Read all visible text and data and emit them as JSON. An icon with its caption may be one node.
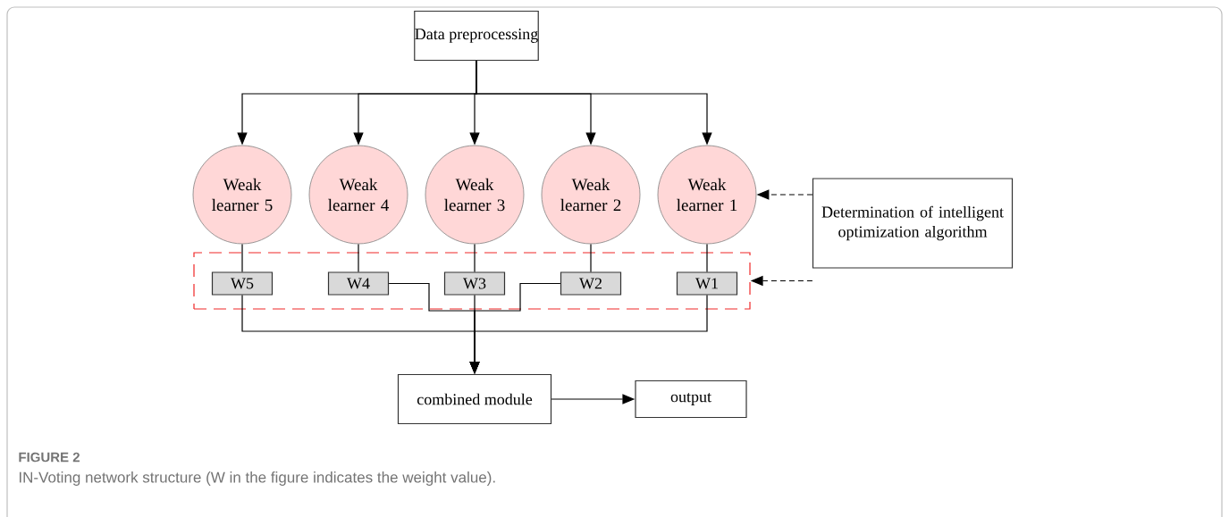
{
  "diagram": {
    "caption": "IN-Voting network structure (W in the figure indicates the weight value).",
    "nodes": [
      {
        "text": [
          "Data preprocessing"
        ]
      },
      {
        "text": [
          "Weak learner 5"
        ]
      },
      {
        "text": [
          "Weak learner 4"
        ]
      },
      {
        "text": [
          "Weak learner 3"
        ]
      },
      {
        "text": [
          "Weak learner 2"
        ]
      },
      {
        "text": [
          "Weak learner 1"
        ]
      },
      {
        "text": [],
        "shape": "box"
      },
      {
        "text": [
          "W5"
        ],
        "in": 6
      },
      {
        "text": [
          "W4"
        ],
        "in": 6
      },
      {
        "text": [
          "W3"
        ],
        "in": 6
      },
      {
        "text": [
          "W2"
        ],
        "in": 6
      },
      {
        "text": [
          "W1"
        ],
        "in": 6
      },
      {
        "text": [
          "Determination of intelligent optimization algorithm"
        ]
      },
      {
        "text": [
          "combined module"
        ]
      },
      {
        "text": [
          "output"
        ]
      }
    ],
    "edges": [
      {
        "from": 0,
        "to": 1,
        "arrow": "to"
      },
      {
        "from": 0,
        "to": 2,
        "arrow": "to"
      },
      {
        "from": 0,
        "to": 3,
        "arrow": "to"
      },
      {
        "from": 0,
        "to": 4,
        "arrow": "to"
      },
      {
        "from": 0,
        "to": 5,
        "arrow": "to"
      },
      {
        "from": 12,
        "to": 5,
        "arrow": "to",
        "style": "dashed"
      },
      {
        "from": 12,
        "to": 6,
        "arrow": "to",
        "style": "dashed"
      },
      {
        "from": 1,
        "to": 7,
        "arrow": "none"
      },
      {
        "from": 2,
        "to": 8,
        "arrow": "none"
      },
      {
        "from": 3,
        "to": 9,
        "arrow": "none"
      },
      {
        "from": 4,
        "to": 10,
        "arrow": "none"
      },
      {
        "from": 5,
        "to": 11,
        "arrow": "none"
      },
      {
        "from": 7,
        "to": 13,
        "arrow": "to"
      },
      {
        "from": 8,
        "to": 13,
        "arrow": "to"
      },
      {
        "from": 9,
        "to": 13,
        "arrow": "to"
      },
      {
        "from": 10,
        "to": 13,
        "arrow": "to"
      },
      {
        "from": 11,
        "to": 13,
        "arrow": "to"
      },
      {
        "from": 13,
        "to": 14,
        "arrow": "to"
      }
    ],
    "labels": [
      "FIGURE 2"
    ]
  }
}
